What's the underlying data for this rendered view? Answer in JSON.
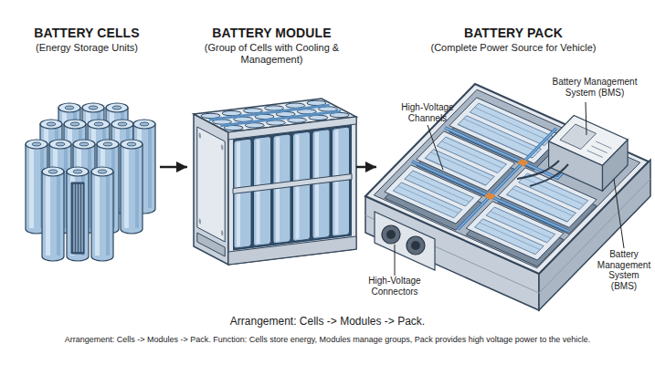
{
  "diagram": {
    "caption": "Arrangement: Cells -> Modules -> Pack. Function: Cells store energy, Modules manage groups, Pack provides high voltage power to the vehicle.",
    "nodes": [
      {
        "text": [
          "BATTERY CELLS",
          "(Energy Storage Units)"
        ]
      },
      {
        "text": [
          "BATTERY MODULE",
          "(Group of Cells with Cooling & Management)"
        ]
      },
      {
        "text": [
          "BATTERY PACK",
          "(Complete Power Source for Vehicle)"
        ]
      }
    ],
    "edges": [
      {
        "from": 0,
        "to": 1,
        "arrow": "to"
      },
      {
        "from": 1,
        "to": 2,
        "arrow": "to"
      }
    ],
    "labels": [
      "High-Voltage Channels",
      "Battery Management System (BMS)",
      "Battery Management System (BMS)",
      "High-Voltage Connectors",
      "Arrangement: Cells -> Modules -> Pack."
    ]
  }
}
